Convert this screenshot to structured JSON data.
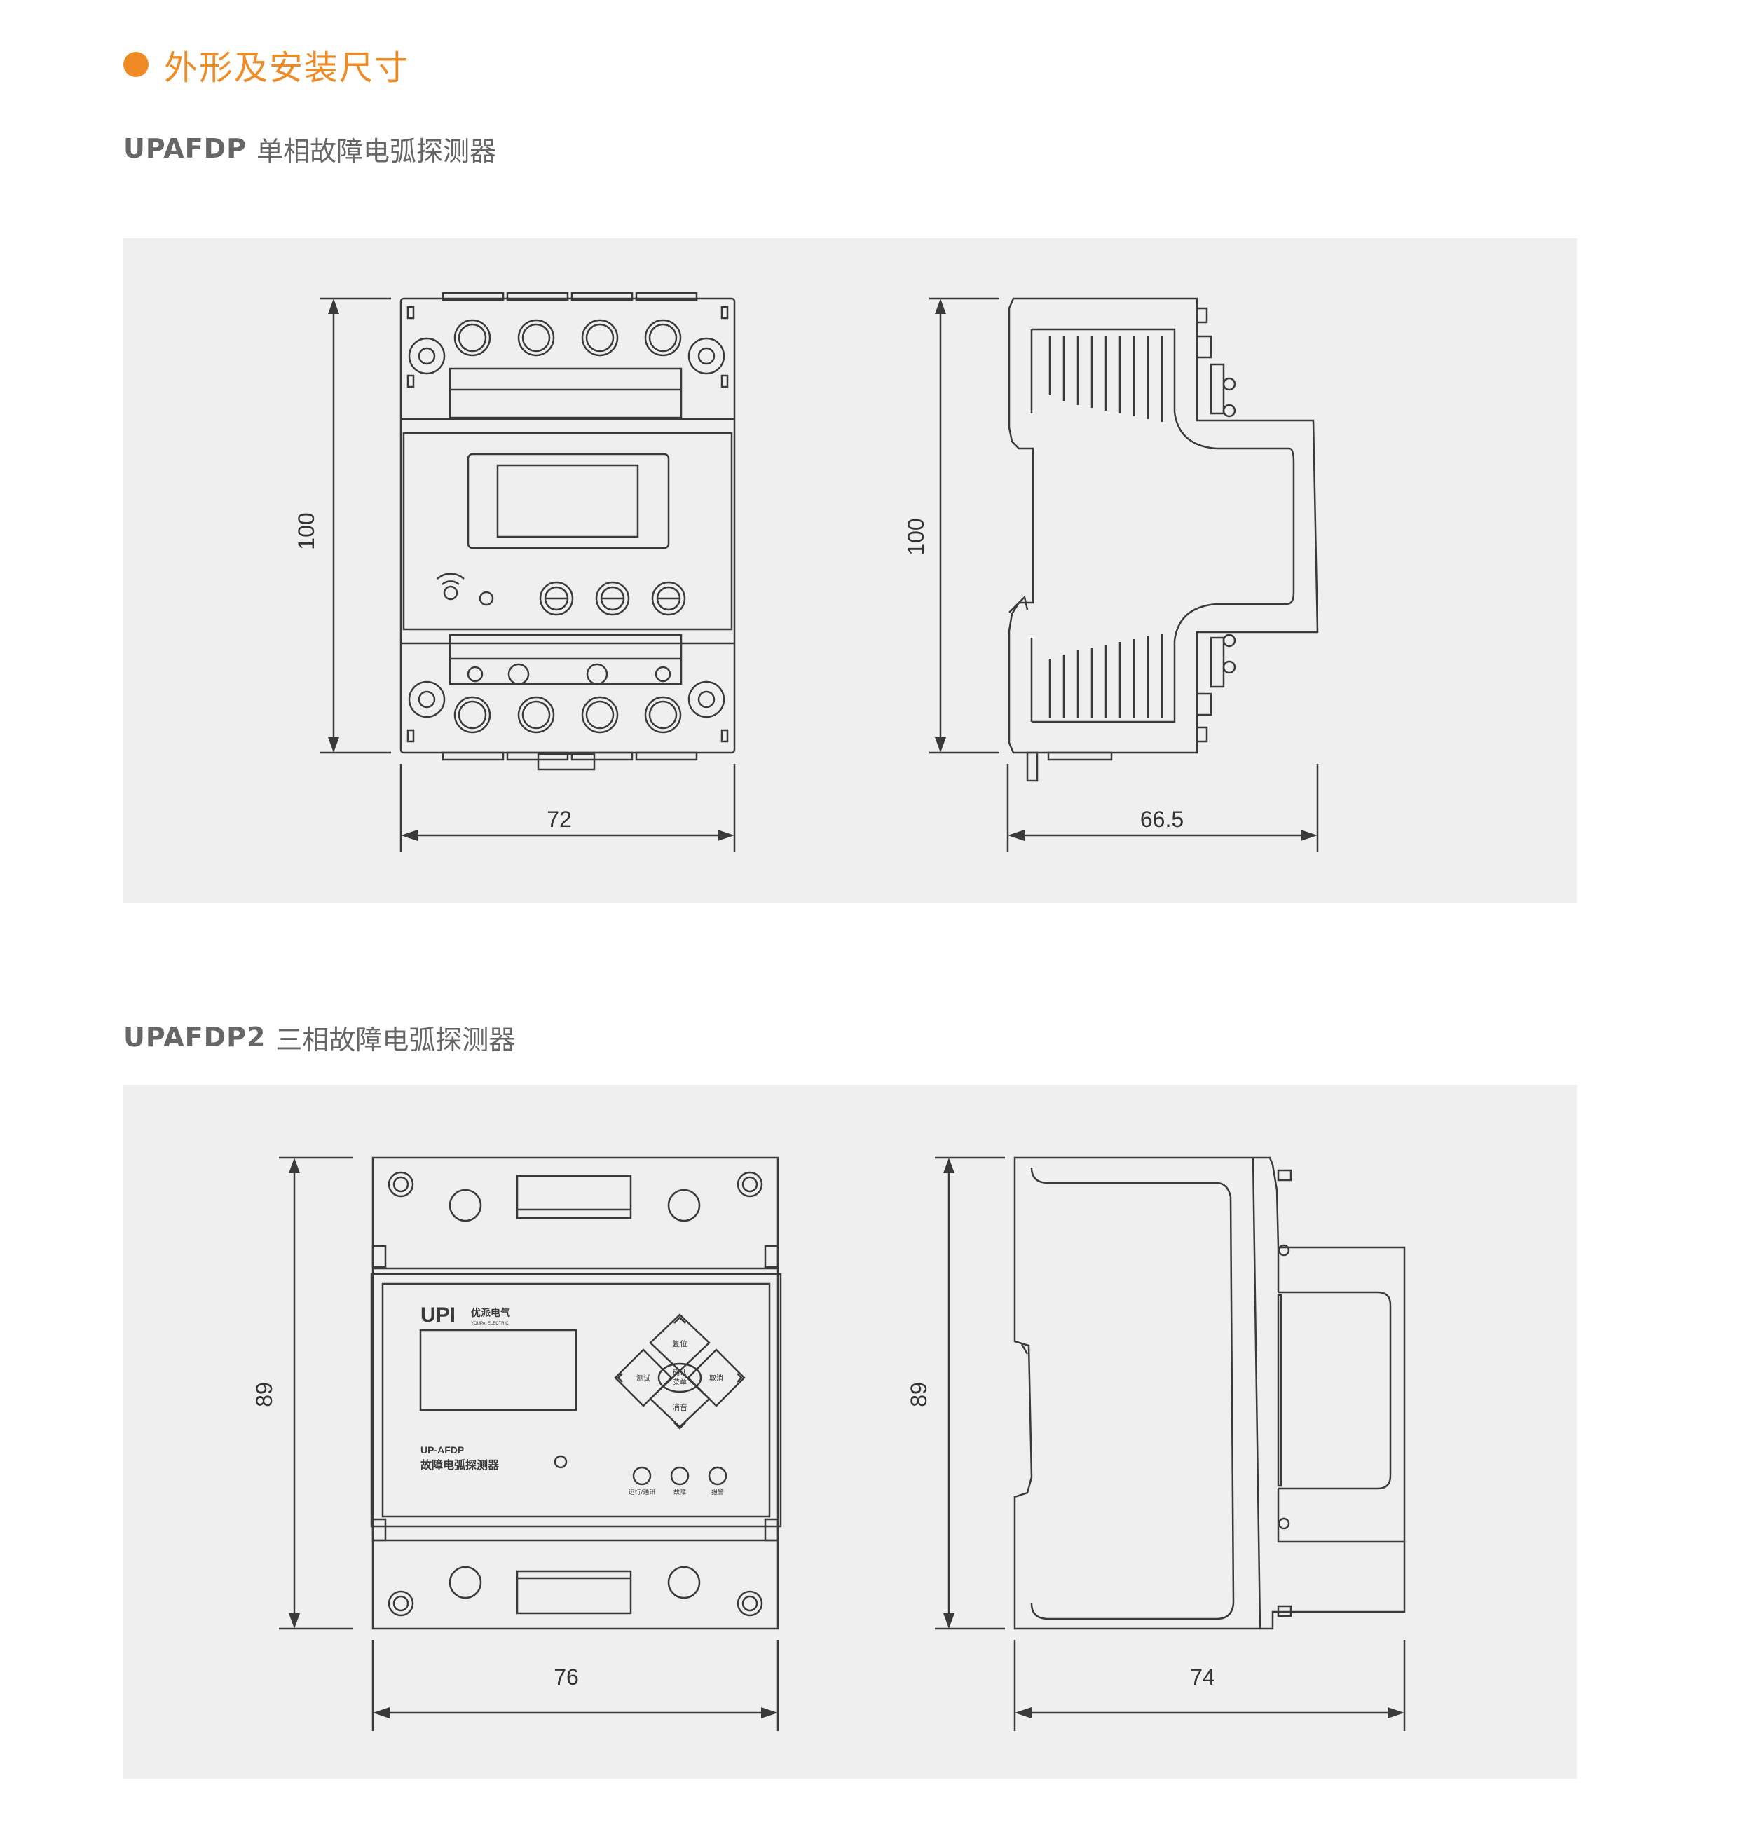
{
  "section": {
    "title": "外形及安装尺寸",
    "accent_color": "#F08A24"
  },
  "products": [
    {
      "model": "UPAFDP",
      "name": "单相故障电弧探测器",
      "front_view": {
        "height": "100",
        "width": "72"
      },
      "side_view": {
        "height": "100",
        "width": "66.5"
      }
    },
    {
      "model": "UPAFDP2",
      "name": "三相故障电弧探测器",
      "front_view": {
        "height": "89",
        "width": "76",
        "device_labels": {
          "brand": "UPI",
          "company": "优派电气",
          "company_en": "YOUPAI ELECTRIC",
          "model_text": "UP-AFDP",
          "product_text": "故障电弧探测器",
          "btn_reset": "复位",
          "btn_test": "测试",
          "btn_confirm": "确认",
          "btn_menu": "菜单",
          "btn_cancel": "取消",
          "btn_mute": "消音",
          "led_run": "运行/通讯",
          "led_fault": "故障",
          "led_alarm": "报警"
        }
      },
      "side_view": {
        "height": "89",
        "width": "74"
      }
    }
  ],
  "colors": {
    "panel_bg": "#EFEFF0",
    "line": "#3A3A3A",
    "heading_gray": "#666666"
  }
}
